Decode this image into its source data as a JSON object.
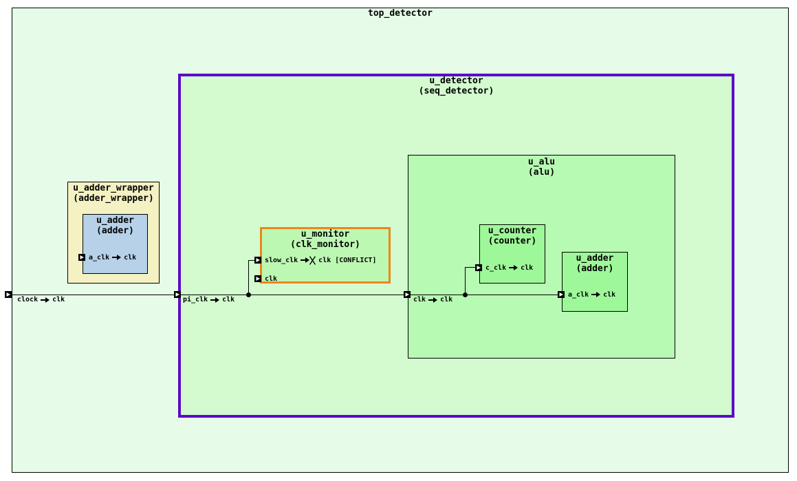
{
  "colors": {
    "top_fill": "#e6fce9",
    "detector_fill": "#d3fbcf",
    "detector_border": "#5c0ac8",
    "monitor_fill": "#bdf8b3",
    "monitor_border": "#f08418",
    "alu_fill": "#b7fab3",
    "leaf_green_fill": "#9ef899",
    "wrapper_fill": "#f4f2c2",
    "adder_blue_fill": "#b6d1e8",
    "wire": "#000000"
  },
  "modules": {
    "top": {
      "instance": "top_detector"
    },
    "adder_wrapper": {
      "instance": "u_adder_wrapper",
      "module": "(adder_wrapper)"
    },
    "wrapper_adder": {
      "instance": "u_adder",
      "module": "(adder)",
      "ports": {
        "a_clk": {
          "name": "a_clk",
          "mapped": "clk"
        }
      }
    },
    "detector": {
      "instance": "u_detector",
      "module": "(seq_detector)"
    },
    "monitor": {
      "instance": "u_monitor",
      "module": "(clk_monitor)",
      "ports": {
        "slow_clk": {
          "name": "slow_clk",
          "mapped": "clk",
          "conflict": true,
          "tag": "[CONFLICT]"
        },
        "clk": {
          "name": "clk"
        }
      }
    },
    "alu": {
      "instance": "u_alu",
      "module": "(alu)"
    },
    "counter": {
      "instance": "u_counter",
      "module": "(counter)",
      "ports": {
        "c_clk": {
          "name": "c_clk",
          "mapped": "clk"
        }
      }
    },
    "alu_adder": {
      "instance": "u_adder",
      "module": "(adder)",
      "ports": {
        "a_clk": {
          "name": "a_clk",
          "mapped": "clk"
        }
      }
    }
  },
  "wires": {
    "clock": {
      "name": "clock",
      "mapped": "clk"
    },
    "pi_clk": {
      "name": "pi_clk",
      "mapped": "clk"
    },
    "clk": {
      "name": "clk",
      "mapped": "clk"
    }
  }
}
